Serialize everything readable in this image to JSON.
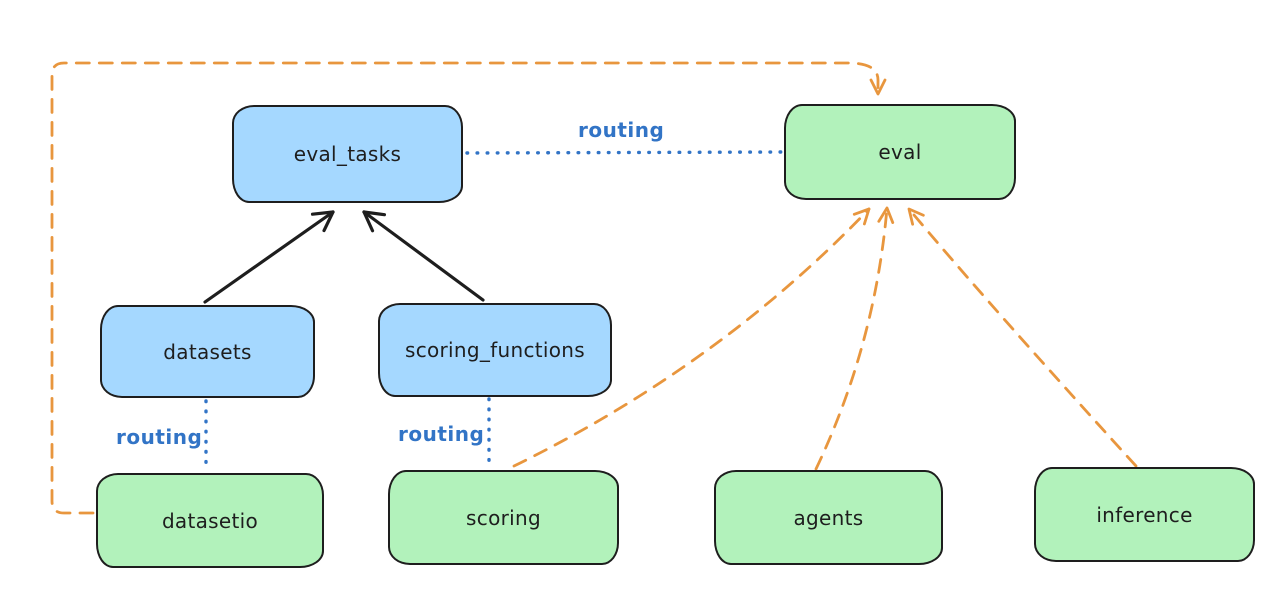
{
  "colors": {
    "background": "#ffffff",
    "blue_fill": "#a5d8ff",
    "green_fill": "#b2f2bb",
    "node_stroke": "#1e1e1e",
    "arrow_black": "#1e1e1e",
    "routing_blue": "#3274c6",
    "orange": "#e8963e"
  },
  "nodes": {
    "eval_tasks": {
      "label": "eval_tasks",
      "fill": "blue"
    },
    "eval": {
      "label": "eval",
      "fill": "green"
    },
    "datasets": {
      "label": "datasets",
      "fill": "blue"
    },
    "scoring_functions": {
      "label": "scoring_functions",
      "fill": "blue"
    },
    "datasetio": {
      "label": "datasetio",
      "fill": "green"
    },
    "scoring": {
      "label": "scoring",
      "fill": "green"
    },
    "agents": {
      "label": "agents",
      "fill": "green"
    },
    "inference": {
      "label": "inference",
      "fill": "green"
    }
  },
  "edge_labels": {
    "eval_tasks_eval": "routing",
    "datasets_datasetio": "routing",
    "scoring_functions_scoring": "routing"
  },
  "edges": [
    {
      "from": "datasets",
      "to": "eval_tasks",
      "style": "solid",
      "color": "black",
      "arrow": true
    },
    {
      "from": "scoring_functions",
      "to": "eval_tasks",
      "style": "solid",
      "color": "black",
      "arrow": true
    },
    {
      "from": "eval_tasks",
      "to": "eval",
      "style": "dotted",
      "color": "blue",
      "arrow": false,
      "label": "routing"
    },
    {
      "from": "datasets",
      "to": "datasetio",
      "style": "dotted",
      "color": "blue",
      "arrow": false,
      "label": "routing"
    },
    {
      "from": "scoring_functions",
      "to": "scoring",
      "style": "dotted",
      "color": "blue",
      "arrow": false,
      "label": "routing"
    },
    {
      "from": "datasetio",
      "to": "eval",
      "style": "dashed",
      "color": "orange",
      "arrow": true
    },
    {
      "from": "scoring",
      "to": "eval",
      "style": "dashed",
      "color": "orange",
      "arrow": true
    },
    {
      "from": "agents",
      "to": "eval",
      "style": "dashed",
      "color": "orange",
      "arrow": true
    },
    {
      "from": "inference",
      "to": "eval",
      "style": "dashed",
      "color": "orange",
      "arrow": true
    }
  ]
}
